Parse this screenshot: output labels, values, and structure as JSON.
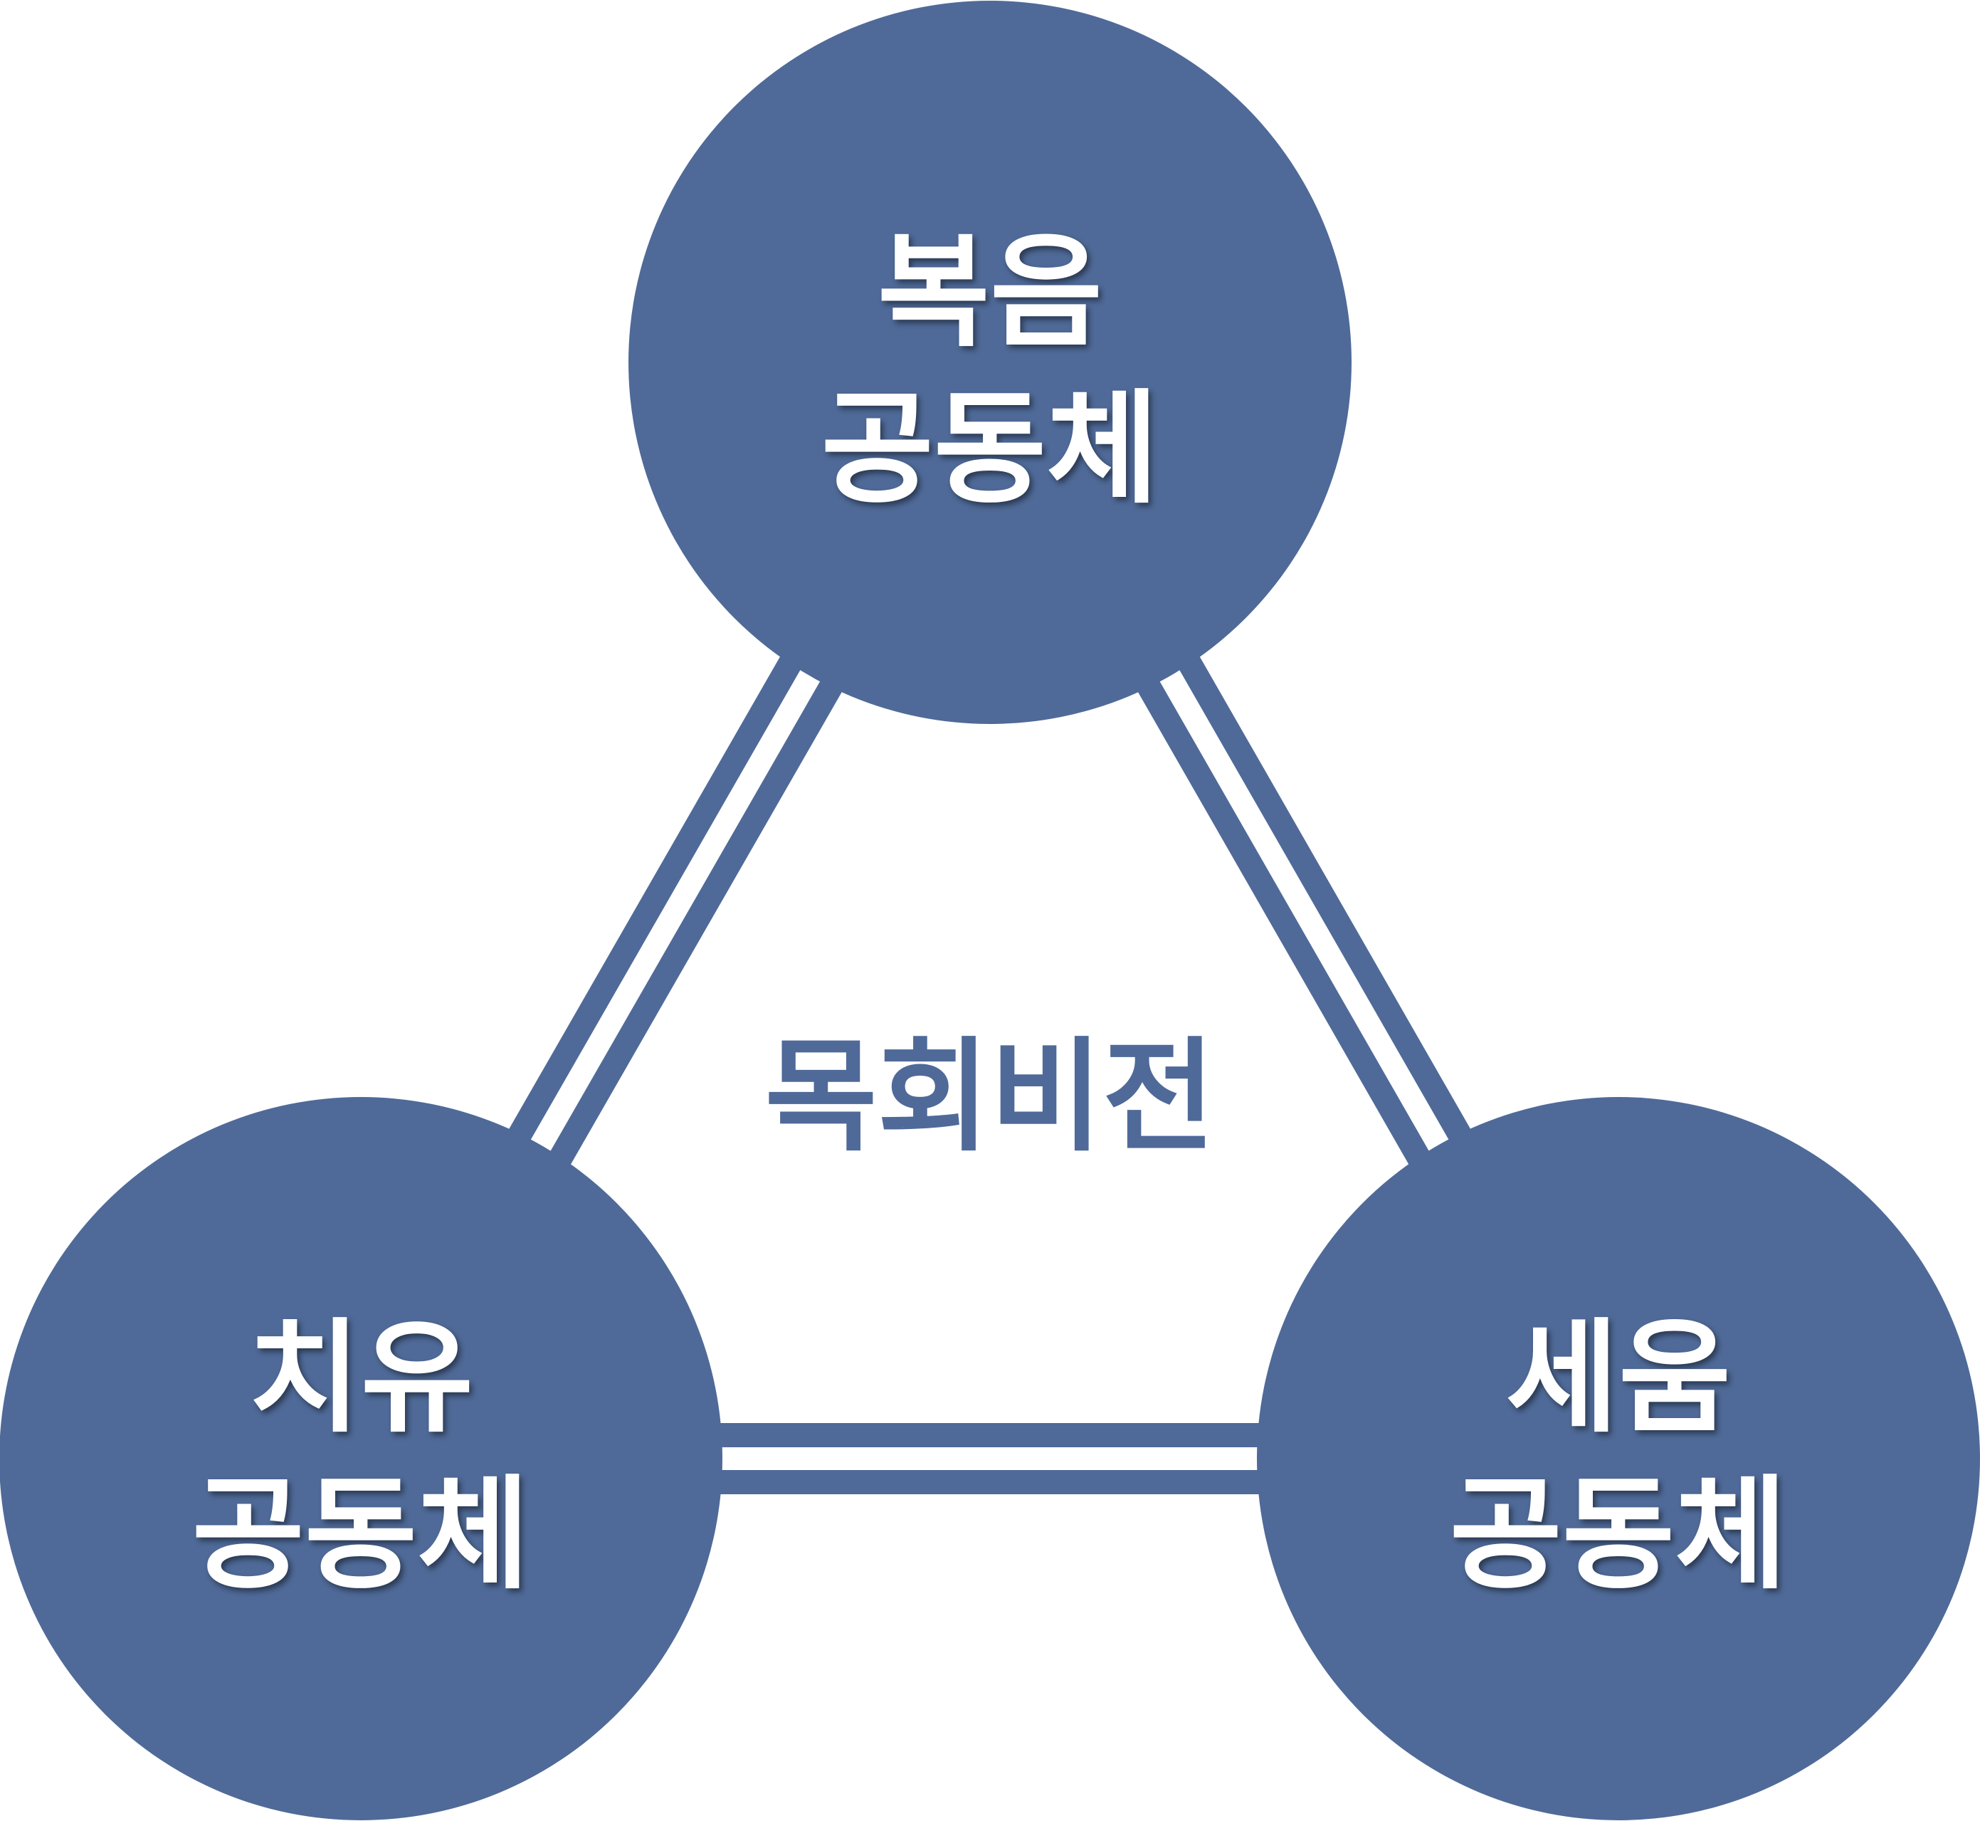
{
  "colors": {
    "circle": "#4f6a98",
    "connector_gap": "#ffffff",
    "label": "#ffffff",
    "center_text": "#4f6a98"
  },
  "center_label": "목회비전",
  "nodes": [
    {
      "line1": "복음",
      "line2": "공동체"
    },
    {
      "line1": "치유",
      "line2": "공동체"
    },
    {
      "line1": "세움",
      "line2": "공동체"
    }
  ]
}
